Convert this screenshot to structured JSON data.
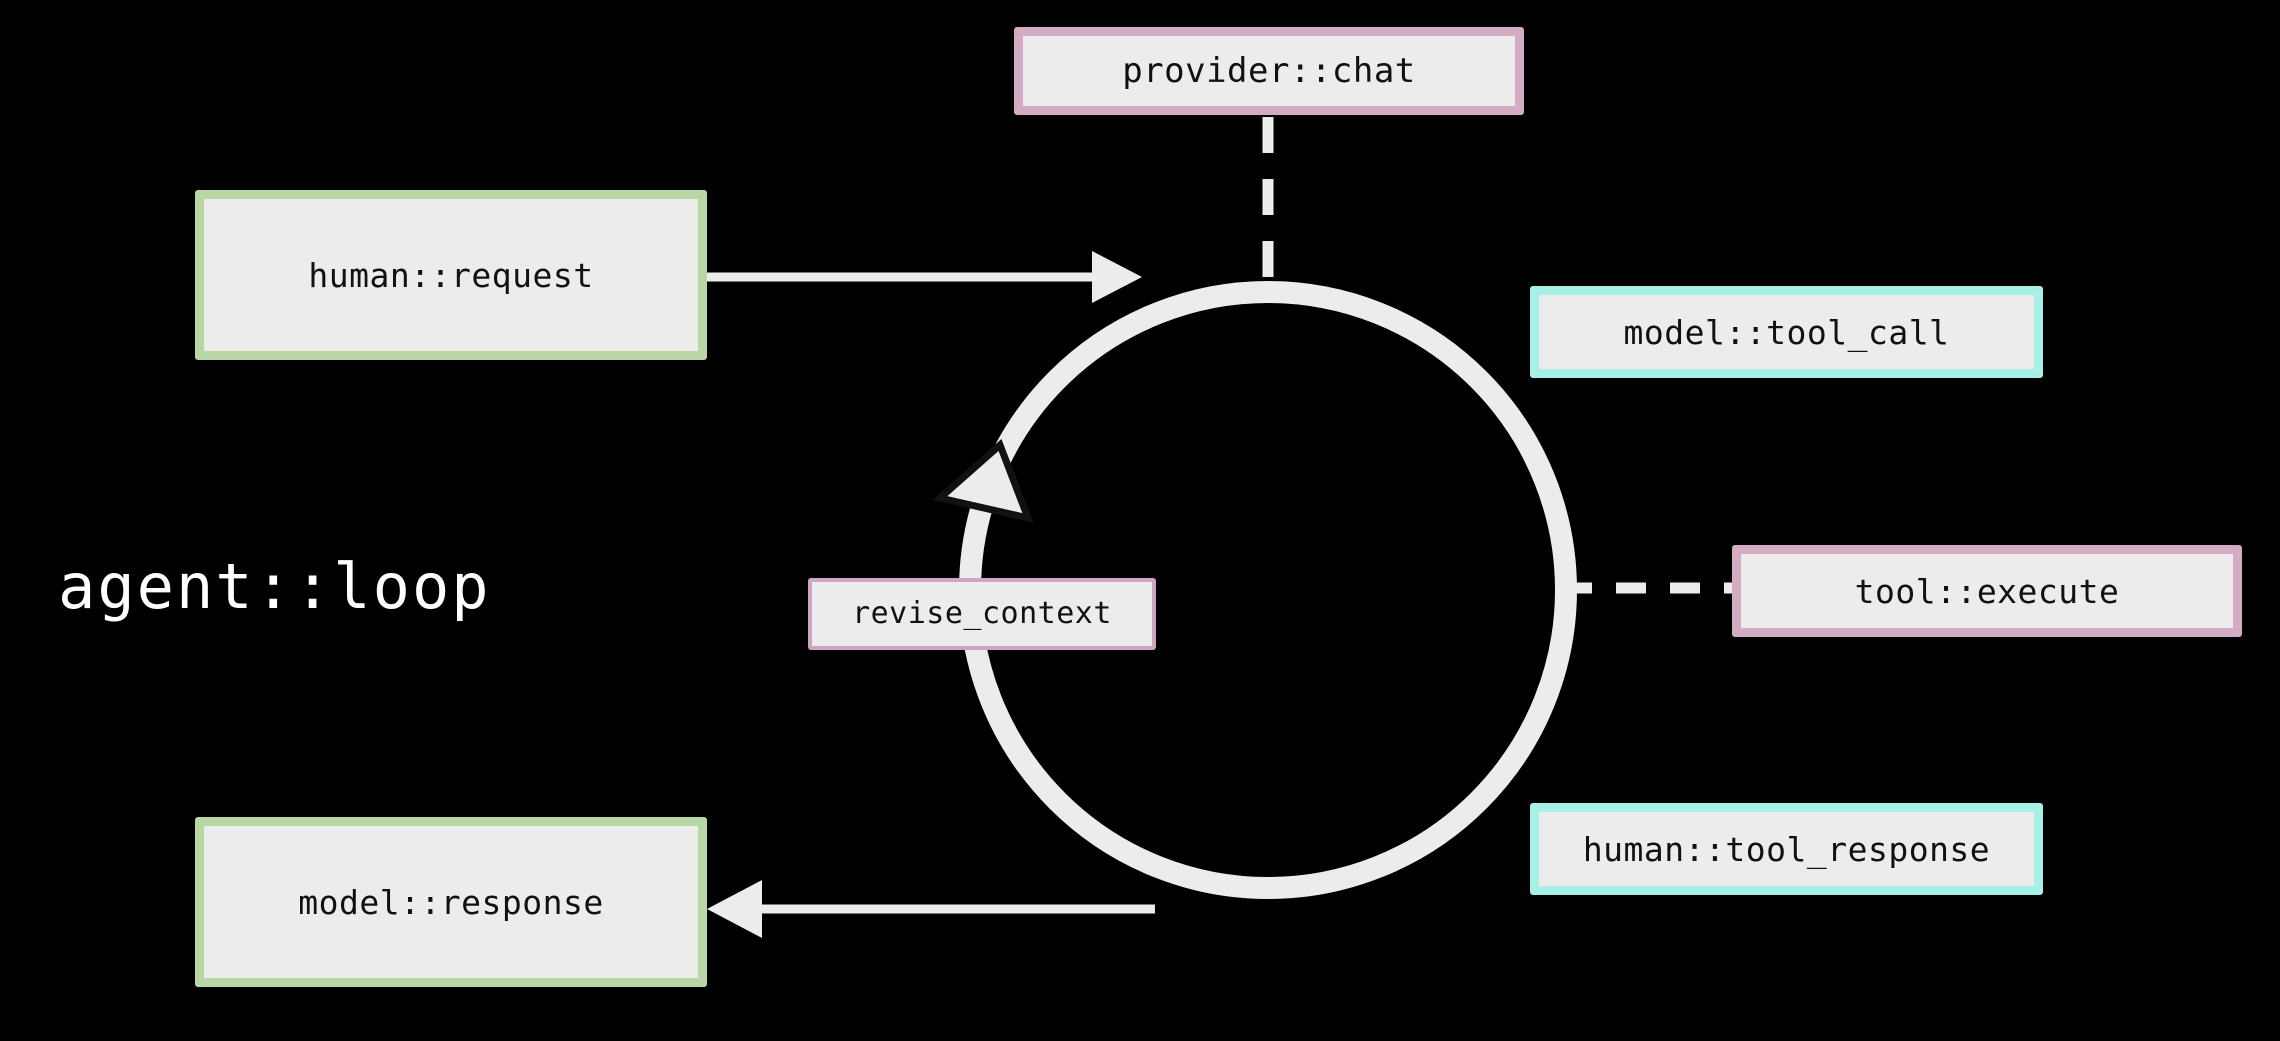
{
  "diagram": {
    "title": "agent::loop",
    "background_color": "#000000",
    "node_fill": "#ececec",
    "node_text_color": "#111111",
    "edge_color": "#ececec",
    "palette": {
      "green": "#b9d6a5",
      "cyan": "#a6f0e6",
      "mauve": "#d3abc2"
    },
    "nodes": [
      {
        "id": "provider-chat",
        "label": "provider::chat",
        "accent": "mauve"
      },
      {
        "id": "human-request",
        "label": "human::request",
        "accent": "green"
      },
      {
        "id": "model-tool-call",
        "label": "model::tool_call",
        "accent": "cyan"
      },
      {
        "id": "tool-execute",
        "label": "tool::execute",
        "accent": "mauve"
      },
      {
        "id": "revise-context",
        "label": "revise_context",
        "accent": "mauve"
      },
      {
        "id": "human-tool-response",
        "label": "human::tool_response",
        "accent": "cyan"
      },
      {
        "id": "model-response",
        "label": "model::response",
        "accent": "green"
      }
    ],
    "edges": [
      {
        "id": "request-to-loop",
        "from": "human::request",
        "to": "agent::loop",
        "style": "solid-arrow",
        "direction": "right"
      },
      {
        "id": "loop-to-response",
        "from": "agent::loop",
        "to": "model::response",
        "style": "solid-arrow",
        "direction": "left"
      },
      {
        "id": "chat-to-loop",
        "from": "provider::chat",
        "to": "agent::loop",
        "style": "dashed",
        "direction": "down"
      },
      {
        "id": "loop-to-execute",
        "from": "agent::loop",
        "to": "tool::execute",
        "style": "dashed",
        "direction": "right"
      },
      {
        "id": "loop-cycle",
        "from": "agent::loop",
        "to": "agent::loop",
        "style": "circular-arrow",
        "direction": "counterclockwise"
      }
    ]
  }
}
